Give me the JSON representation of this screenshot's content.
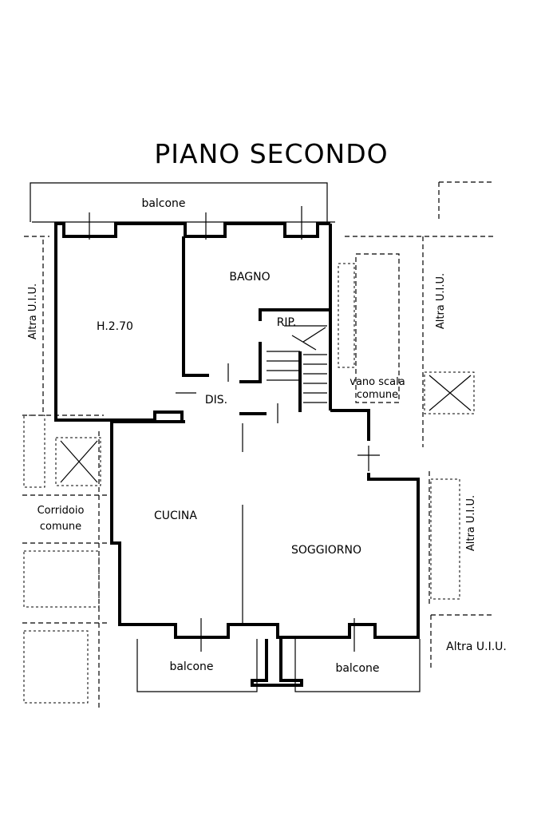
{
  "title": "PIANO SECONDO",
  "rooms": {
    "balcone_top": "balcone",
    "bagno": "BAGNO",
    "camera": "H.2.70",
    "rip": "RIP.",
    "dis": "DIS.",
    "vano_scala_1": "vano scala",
    "vano_scala_2": "comune",
    "cucina": "CUCINA",
    "soggiorno": "SOGGIORNO",
    "corridoio_1": "Corridoio",
    "corridoio_2": "comune",
    "balcone_bottom_left": "balcone",
    "balcone_bottom_right": "balcone"
  },
  "neighbors": {
    "left": "Altra U.I.U.",
    "right_top": "Altra U.I.U.",
    "right_mid": "Altra U.I.U.",
    "right_bottom": "Altra U.I.U."
  }
}
